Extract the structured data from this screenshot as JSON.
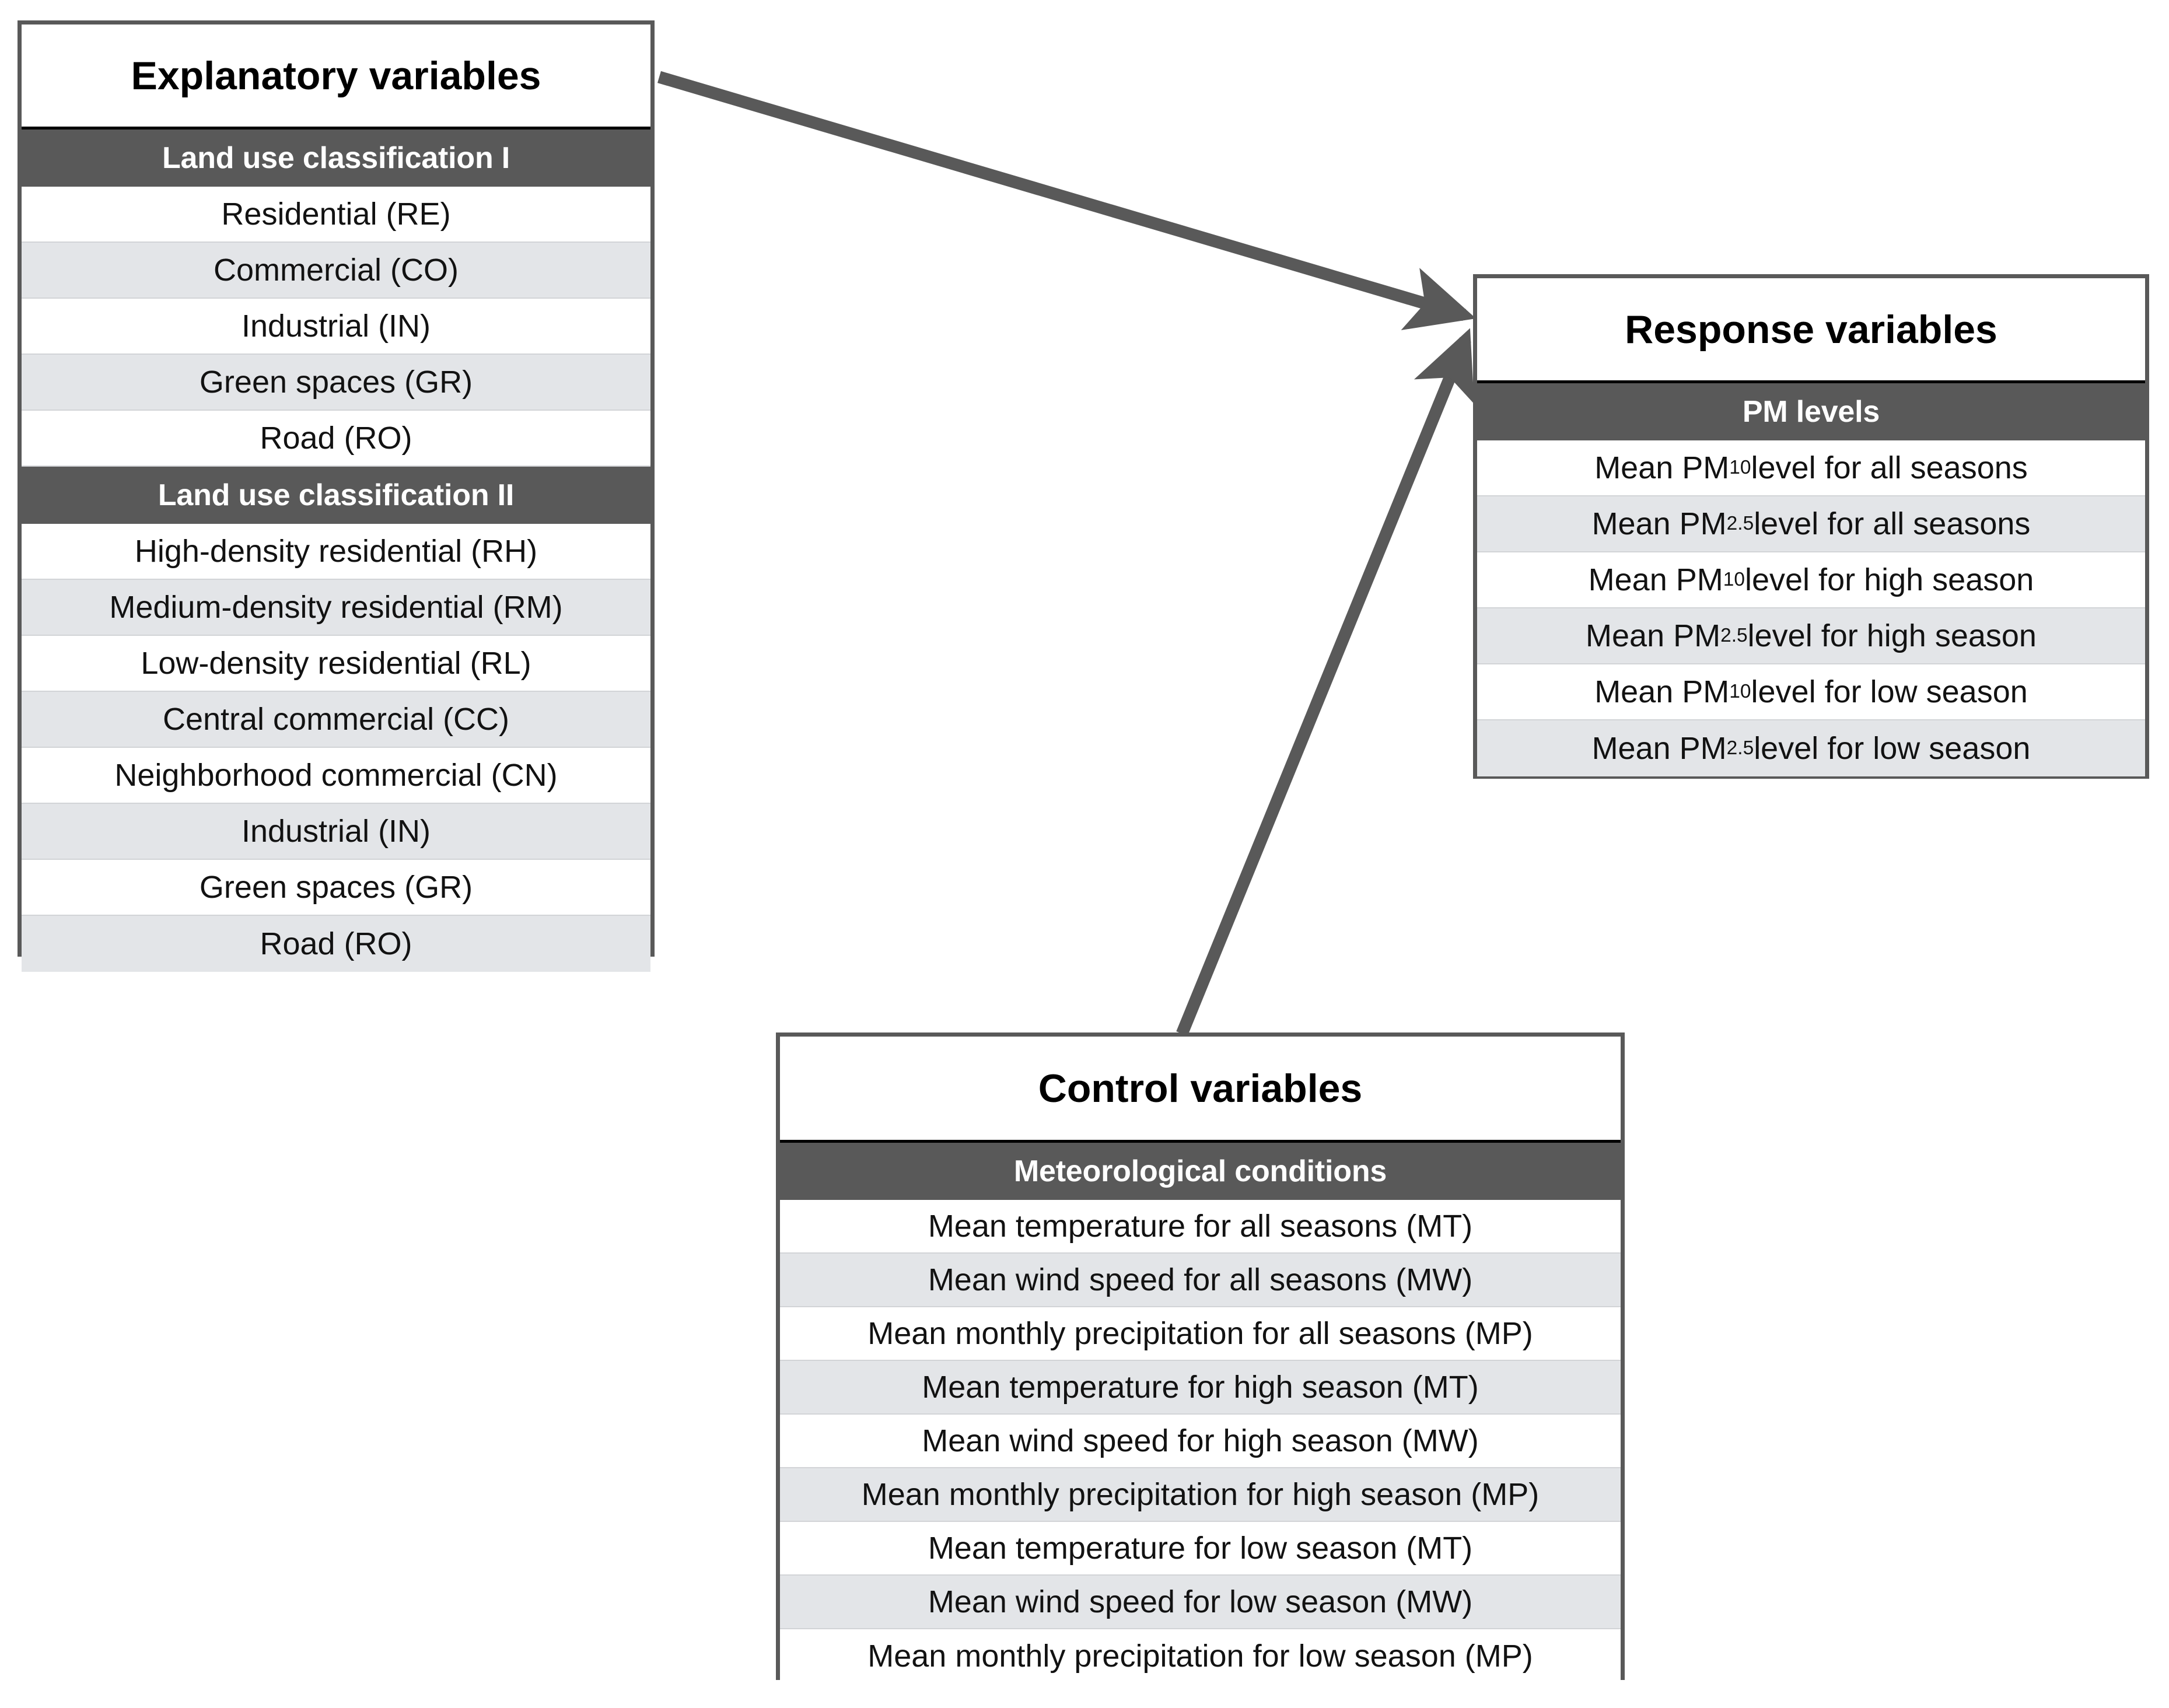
{
  "explanatory": {
    "title": "Explanatory variables",
    "groups": [
      {
        "header": "Land use classification I",
        "items": [
          "Residential (RE)",
          "Commercial (CO)",
          "Industrial (IN)",
          "Green spaces (GR)",
          "Road (RO)"
        ]
      },
      {
        "header": "Land use classification II",
        "items": [
          "High-density residential (RH)",
          "Medium-density residential (RM)",
          "Low-density residential (RL)",
          "Central commercial (CC)",
          "Neighborhood commercial (CN)",
          "Industrial (IN)",
          "Green spaces (GR)",
          "Road (RO)"
        ]
      }
    ]
  },
  "response": {
    "title": "Response variables",
    "groups": [
      {
        "header": "PM levels",
        "items": [
          "Mean PM10 level for all seasons",
          "Mean PM2.5 level for all seasons",
          "Mean PM10 level for high season",
          "Mean PM2.5 level for high season",
          "Mean PM10 level for low season",
          "Mean PM2.5 level for low season"
        ],
        "items_html": [
          "Mean PM<sub>10</sub> level for all seasons",
          "Mean PM<sub>2.5</sub> level for all seasons",
          "Mean PM<sub>10</sub> level for high season",
          "Mean PM<sub>2.5</sub> level for high season",
          "Mean PM<sub>10</sub> level for low season",
          "Mean PM<sub>2.5</sub> level for low season"
        ]
      }
    ]
  },
  "control": {
    "title": "Control variables",
    "groups": [
      {
        "header": "Meteorological conditions",
        "items": [
          "Mean temperature for all seasons (MT)",
          "Mean wind speed for all seasons (MW)",
          "Mean monthly precipitation for all seasons (MP)",
          "Mean temperature for high season (MT)",
          "Mean wind speed for high season (MW)",
          "Mean monthly precipitation for high season (MP)",
          "Mean temperature for low season (MT)",
          "Mean wind speed for low season (MW)",
          "Mean monthly precipitation for low season (MP)"
        ]
      }
    ]
  },
  "arrows": [
    {
      "name": "explanatory-to-response",
      "from": "explanatory",
      "to": "response"
    },
    {
      "name": "control-to-response",
      "from": "control",
      "to": "response"
    }
  ],
  "colors": {
    "header_band": "#595959",
    "row_alt": "#e3e5e8",
    "row_plain": "#ffffff",
    "border": "#595959",
    "arrow": "#595959",
    "text": "#121212"
  }
}
